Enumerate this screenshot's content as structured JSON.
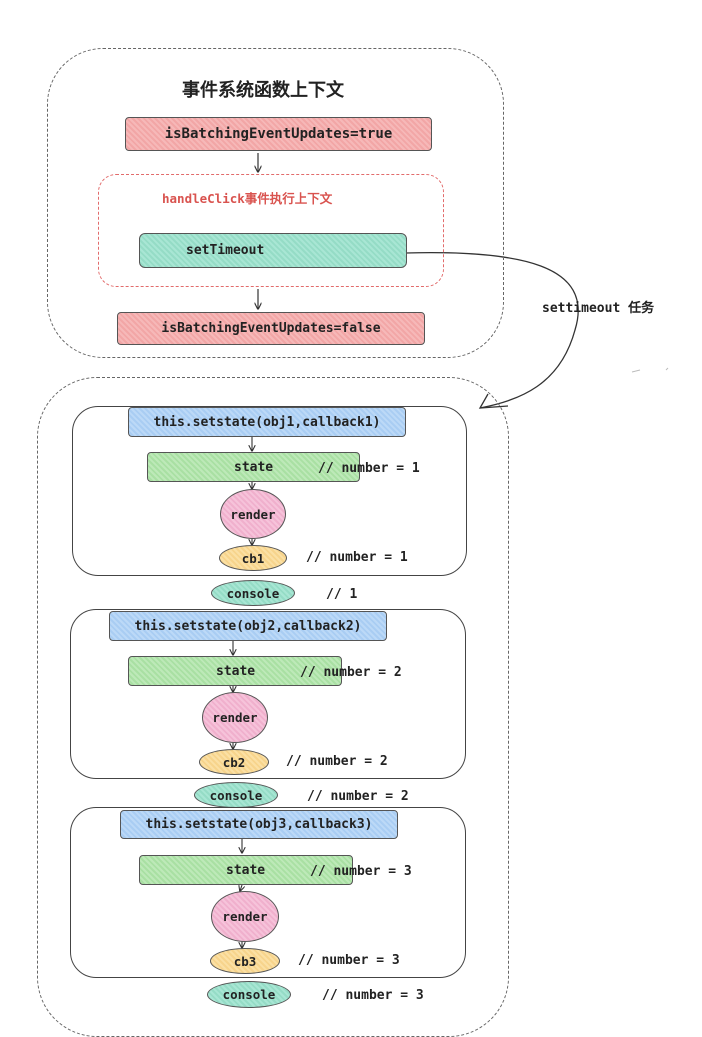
{
  "top_context": {
    "title": "事件系统函数上下文",
    "batching_on": "isBatchingEventUpdates=true",
    "inner_label": "handleClick事件执行上下文",
    "set_timeout": "setTimeout",
    "batching_off": "isBatchingEventUpdates=false"
  },
  "timeout_task_label": "settimeout 任务",
  "groups": [
    {
      "setstate": "this.setstate(obj1,callback1)",
      "state": "state",
      "state_note": "// number = 1",
      "render": "render",
      "callback": "cb1",
      "callback_note": "// number = 1",
      "console": "console",
      "console_note": "// 1"
    },
    {
      "setstate": "this.setstate(obj2,callback2)",
      "state": "state",
      "state_note": "// number = 2",
      "render": "render",
      "callback": "cb2",
      "callback_note": "// number = 2",
      "console": "console",
      "console_note": "// number = 2"
    },
    {
      "setstate": "this.setstate(obj3,callback3)",
      "state": "state",
      "state_note": "// number = 3",
      "render": "render",
      "callback": "cb3",
      "callback_note": "// number = 3",
      "console": "console",
      "console_note": "// number = 3"
    }
  ]
}
